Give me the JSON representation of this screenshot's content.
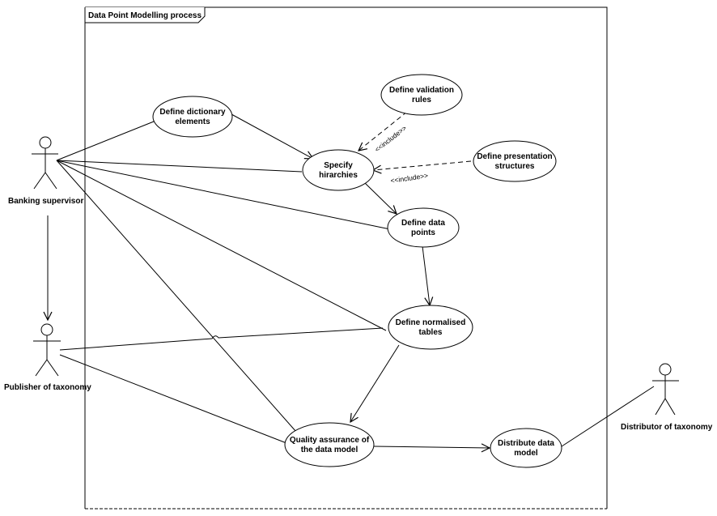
{
  "frame": {
    "title": "Data Point Modelling process"
  },
  "actors": {
    "banking_supervisor": "Banking supervisor",
    "publisher": "Publisher of taxonomy",
    "distributor": "Distributor of taxonomy"
  },
  "use_cases": {
    "dictionary": [
      "Define dictionary",
      "elements"
    ],
    "validation": [
      "Define validation",
      "rules"
    ],
    "specify": [
      "Specify",
      "hirarchies"
    ],
    "presentation": [
      "Define presentation",
      "structures"
    ],
    "data_points": [
      "Define data",
      "points"
    ],
    "normalised": [
      "Define normalised",
      "tables"
    ],
    "quality": [
      "Quality assurance of",
      "the data model"
    ],
    "distribute": [
      "Distribute data",
      "model"
    ]
  },
  "stereotypes": {
    "include_validation": "<<include>>",
    "include_presentation": "<<include>>"
  }
}
